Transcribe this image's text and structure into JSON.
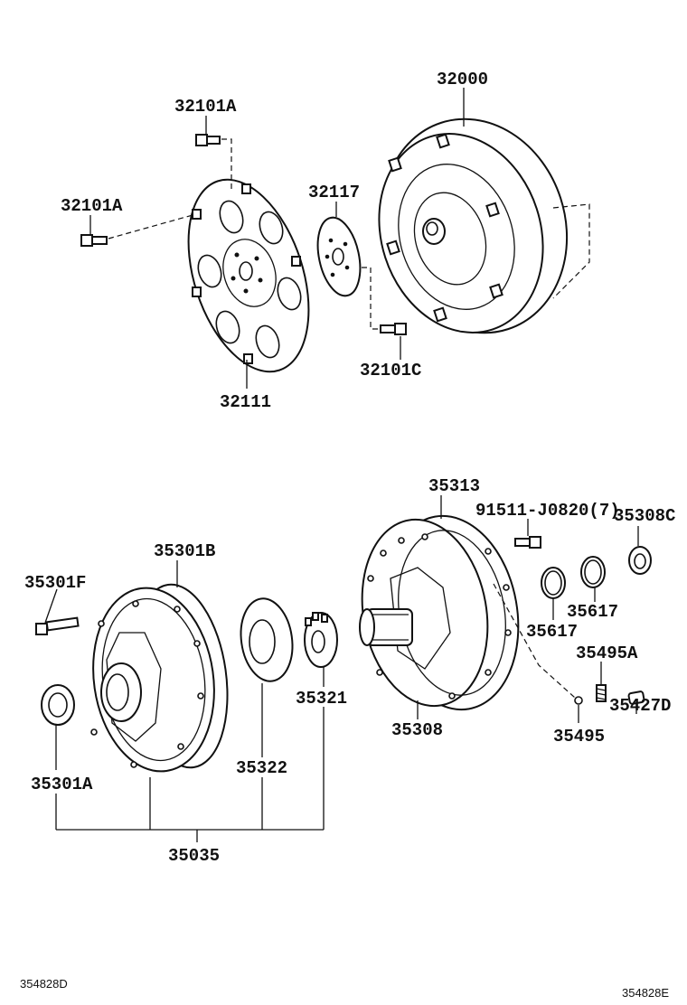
{
  "diagram": {
    "labels": {
      "p32000": "32000",
      "p32101A_top": "32101A",
      "p32101A_left": "32101A",
      "p32117": "32117",
      "p32101C": "32101C",
      "p32111": "32111",
      "p35313": "35313",
      "p91511": "91511-J0820(7)",
      "p35308C": "35308C",
      "p35301B": "35301B",
      "p35301F": "35301F",
      "p35617_right": "35617",
      "p35617_left": "35617",
      "p35495A": "35495A",
      "p35321": "35321",
      "p35308": "35308",
      "p35427D": "35427D",
      "p35495": "35495",
      "p35322": "35322",
      "p35301A": "35301A",
      "p35035": "35035"
    },
    "codes": {
      "bottom_left": "354828D",
      "bottom_right": "354828E"
    }
  }
}
